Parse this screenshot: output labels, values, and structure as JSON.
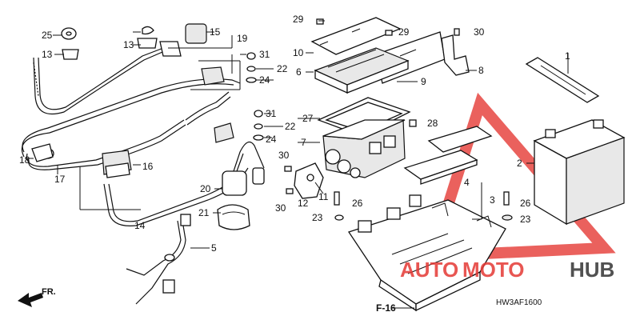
{
  "diagram": {
    "code": "HW3AF1600",
    "ref": "F-16",
    "direction": "FR."
  },
  "watermark": {
    "part1": "AUTO",
    "part2": "MOTO",
    "part3": "HUB",
    "color_red": "#e53935",
    "color_dark": "#333333"
  },
  "callouts": [
    "25",
    "13",
    "13",
    "15",
    "19",
    "31",
    "22",
    "24",
    "31",
    "22",
    "24",
    "18",
    "17",
    "16",
    "14",
    "20",
    "21",
    "5",
    "29",
    "29",
    "30",
    "10",
    "6",
    "9",
    "8",
    "27",
    "28",
    "7",
    "30",
    "30",
    "12",
    "11",
    "26",
    "23",
    "4",
    "3",
    "26",
    "23",
    "1",
    "2"
  ]
}
